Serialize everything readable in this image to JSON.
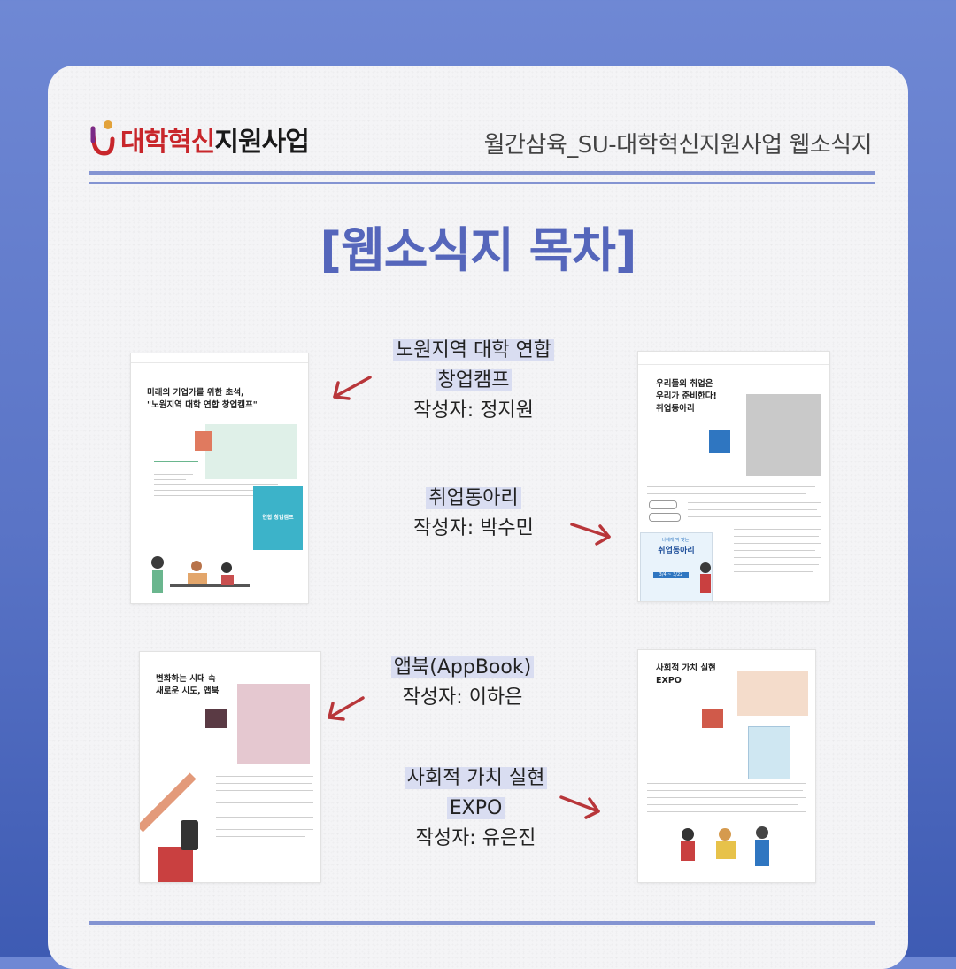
{
  "header": {
    "logo_red": "대학혁신",
    "logo_dark": "지원사업",
    "right_title": "월간삼육_SU-대학혁신지원사업 웹소식지"
  },
  "main_title": "[웹소식지 목차]",
  "items": [
    {
      "title_lines": [
        "노원지역 대학 연합",
        "창업캠프"
      ],
      "author": "작성자: 정지원"
    },
    {
      "title_lines": [
        "취업동아리"
      ],
      "author": "작성자: 박수민"
    },
    {
      "title_lines": [
        "앱북(AppBook)"
      ],
      "author": "작성자: 이하은"
    },
    {
      "title_lines": [
        "사회적 가치 실현",
        "EXPO"
      ],
      "author": "작성자: 유은진"
    }
  ],
  "thumbs": {
    "t1": {
      "heading": "미래의 기업가를 위한 초석,\n\"노원지역 대학 연합 창업캠프\"",
      "poster": "연합 창업캠프"
    },
    "t2": {
      "heading": "우리들의 취업은\n우리가 준비한다!\n취업동아리",
      "poster_top": "나에게 딱 맞는!",
      "poster": "취업동아리",
      "poster_date": "3/4 ~ 3/22"
    },
    "t3": {
      "heading": "변화하는 시대 속\n새로운 시도, 앱북"
    },
    "t4": {
      "heading": "사회적 가치 실현\nEXPO"
    }
  },
  "colors": {
    "accent_blue": "#5566bb",
    "rule": "#8494d2",
    "logo_red": "#c8262b",
    "arrow_red": "#b8363a"
  }
}
